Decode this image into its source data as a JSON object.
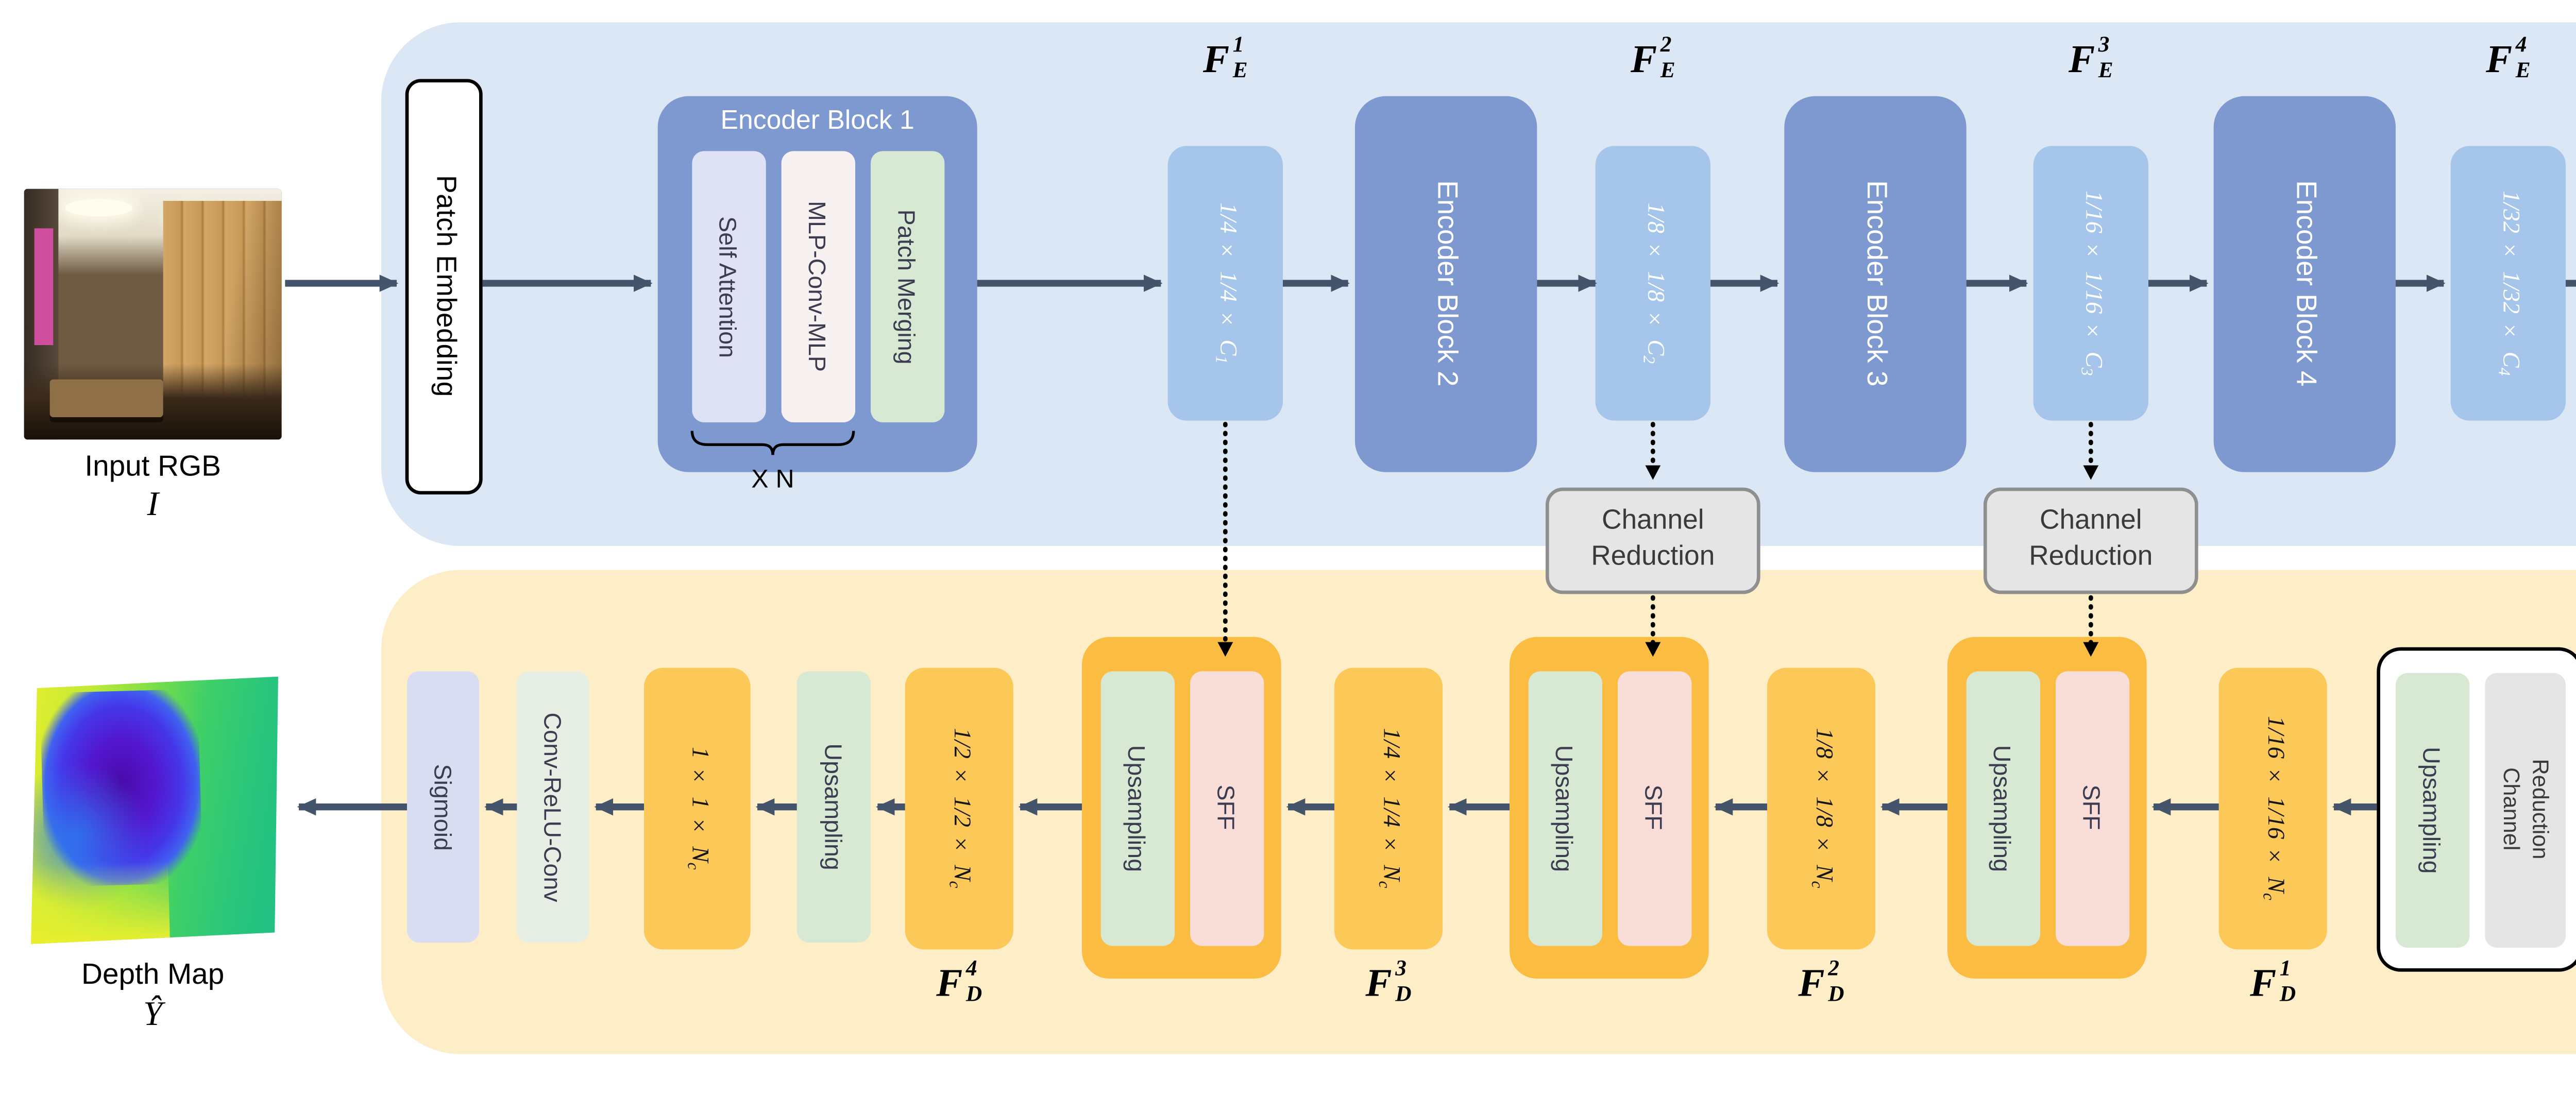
{
  "palette": {
    "encoder-bg": "#dbe7f4",
    "decoder-bg": "#fdeec8",
    "encoder-block-blue": "#7d99d0",
    "feature-blue": "#a5c6ea",
    "feature-gold": "#fcc857",
    "sff-gold": "#fbbc42",
    "upsampling-green": "#d7e8d3",
    "conv-mint": "#e7efe4",
    "sigmoid-lavender": "#d8ddf2",
    "attention-lavender": "#dfe2f4",
    "mlp-pink": "#f8f1f2",
    "sff-pink": "#f8ddd8",
    "gray-box": "#e5e5e5",
    "gray-border": "#8f8f8f",
    "arrow": "#44546a"
  },
  "input": {
    "caption": "Input RGB",
    "symbol": "I"
  },
  "output": {
    "caption": "Depth Map",
    "symbol": "Ŷ"
  },
  "encoder": {
    "patch_embedding": "Patch Embedding",
    "block1": {
      "title": "Encoder Block 1",
      "layers": [
        "Self Attention",
        "MLP-Conv-MLP",
        "Patch Merging"
      ],
      "repeat": "X N"
    },
    "blocks": [
      "Encoder Block 2",
      "Encoder Block 3",
      "Encoder Block 4"
    ],
    "features": [
      {
        "label": {
          "base": "F",
          "sup": "1",
          "sub": "E"
        },
        "dims": {
          "pre": "1/4 × 1/4 × ",
          "var": "C",
          "sub": "1"
        }
      },
      {
        "label": {
          "base": "F",
          "sup": "2",
          "sub": "E"
        },
        "dims": {
          "pre": "1/8 × 1/8 × ",
          "var": "C",
          "sub": "2"
        }
      },
      {
        "label": {
          "base": "F",
          "sup": "3",
          "sub": "E"
        },
        "dims": {
          "pre": "1/16 × 1/16 × ",
          "var": "C",
          "sub": "3"
        }
      },
      {
        "label": {
          "base": "F",
          "sup": "4",
          "sub": "E"
        },
        "dims": {
          "pre": "1/32 × 1/32 × ",
          "var": "C",
          "sub": "4"
        }
      }
    ]
  },
  "skip": {
    "channel_reduction_lines": [
      "Channel",
      "Reduction"
    ]
  },
  "decoder": {
    "io_block": {
      "upsampling": "Upsampling",
      "channel_reduction_lines": [
        "Channel",
        "Reduction"
      ]
    },
    "sff": {
      "upsampling": "Upsampling",
      "label": "SFF"
    },
    "features": [
      {
        "label": {
          "base": "F",
          "sup": "1",
          "sub": "D"
        },
        "dims": {
          "pre": "1/16 × 1/16 × ",
          "var": "N",
          "sub": "c"
        }
      },
      {
        "label": {
          "base": "F",
          "sup": "2",
          "sub": "D"
        },
        "dims": {
          "pre": "1/8 × 1/8 × ",
          "var": "N",
          "sub": "c"
        }
      },
      {
        "label": {
          "base": "F",
          "sup": "3",
          "sub": "D"
        },
        "dims": {
          "pre": "1/4 × 1/4 × ",
          "var": "N",
          "sub": "c"
        }
      },
      {
        "label": {
          "base": "F",
          "sup": "4",
          "sub": "D"
        },
        "dims": {
          "pre": "1/2 × 1/2 × ",
          "var": "N",
          "sub": "c"
        }
      }
    ],
    "upsampling": "Upsampling",
    "final_conv": {
      "dims": {
        "pre": "1 × 1 × ",
        "var": "N",
        "sub": "c"
      }
    },
    "conv_relu_conv": "Conv-ReLU-Conv",
    "sigmoid": "Sigmoid"
  }
}
